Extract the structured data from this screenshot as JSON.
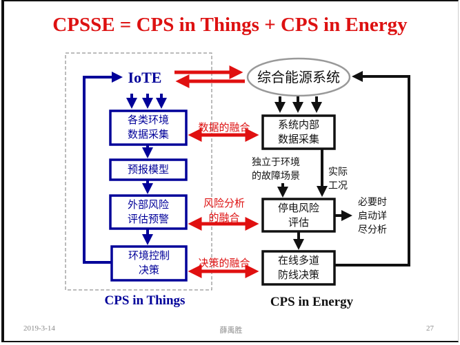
{
  "title": "CPSSE = CPS in Things  +  CPS in Energy",
  "left_panel": {
    "caption": "CPS in Things",
    "iote": "IoTE",
    "boxes": [
      {
        "line1": "各类环境",
        "line2": "数据采集"
      },
      {
        "line1": "预报模型",
        "line2": ""
      },
      {
        "line1": "外部风险",
        "line2": "评估预警"
      },
      {
        "line1": "环境控制",
        "line2": "决策"
      }
    ]
  },
  "right_panel": {
    "caption": "CPS in Energy",
    "ellipse": "综合能源系统",
    "boxes": [
      {
        "line1": "系统内部",
        "line2": "数据采集"
      },
      {
        "line1": "停电风险",
        "line2": "评估"
      },
      {
        "line1": "在线多道",
        "line2": "防线决策"
      }
    ],
    "notes": {
      "fault_scenario": {
        "line1": "独立于环境",
        "line2": "的故障场景"
      },
      "actual": {
        "line1": "实际",
        "line2": "工况"
      },
      "detail": {
        "line1": "必要时",
        "line2": "启动详",
        "line3": "尽分析"
      }
    }
  },
  "fusion_labels": {
    "data": "数据的融合",
    "risk": {
      "line1": "风险分析",
      "line2": "的融合"
    },
    "decision": "决策的融合"
  },
  "footer": {
    "date": "2019-3-14",
    "author": "薛禹胜",
    "page": "27"
  },
  "colors": {
    "title": "#dd1111",
    "things": "#000099",
    "energy": "#111111",
    "fusion": "#dd1111"
  }
}
